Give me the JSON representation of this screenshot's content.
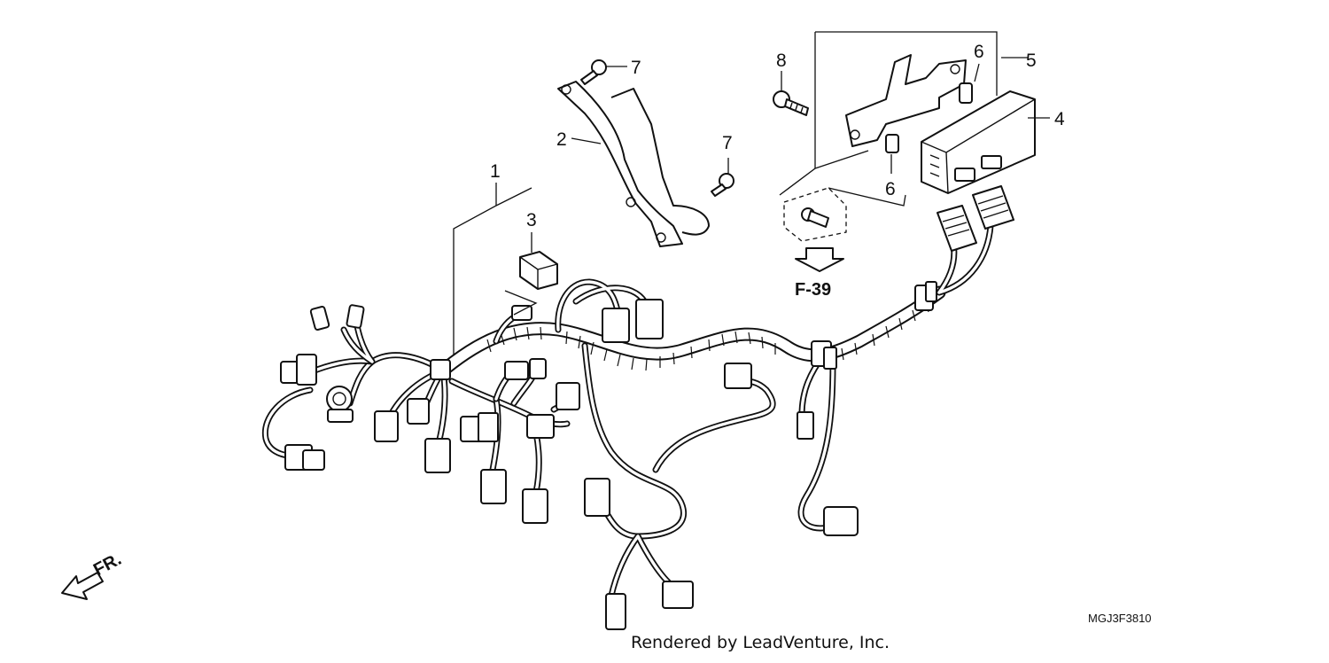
{
  "callouts": {
    "c1": "1",
    "c2": "2",
    "c3": "3",
    "c4": "4",
    "c5": "5",
    "c6a": "6",
    "c6b": "6",
    "c7a": "7",
    "c7b": "7",
    "c8": "8"
  },
  "reference": "F-39",
  "direction_label": "FR.",
  "diagram_code": "MGJ3F3810",
  "credit": "Rendered by LeadVenture, Inc."
}
